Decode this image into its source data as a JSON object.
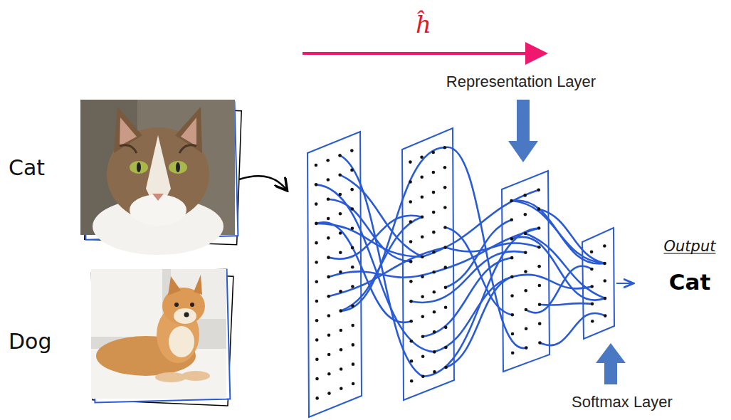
{
  "diagram": {
    "labels": [
      "ĥ",
      "Representation Layer",
      "Cat",
      "Dog",
      "Output",
      "Cat",
      "Softmax Layer"
    ]
  }
}
